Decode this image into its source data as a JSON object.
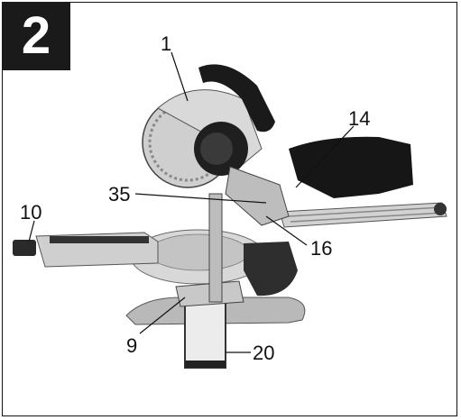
{
  "figure": {
    "step_number": "2",
    "callouts": [
      {
        "id": "1",
        "text": "1"
      },
      {
        "id": "14",
        "text": "14"
      },
      {
        "id": "35",
        "text": "35"
      },
      {
        "id": "10",
        "text": "10"
      },
      {
        "id": "16",
        "text": "16"
      },
      {
        "id": "9",
        "text": "9"
      },
      {
        "id": "20",
        "text": "20"
      }
    ]
  },
  "colors": {
    "badge_bg": "#1a1a1a",
    "badge_fg": "#ffffff",
    "frame_border": "#111111"
  }
}
